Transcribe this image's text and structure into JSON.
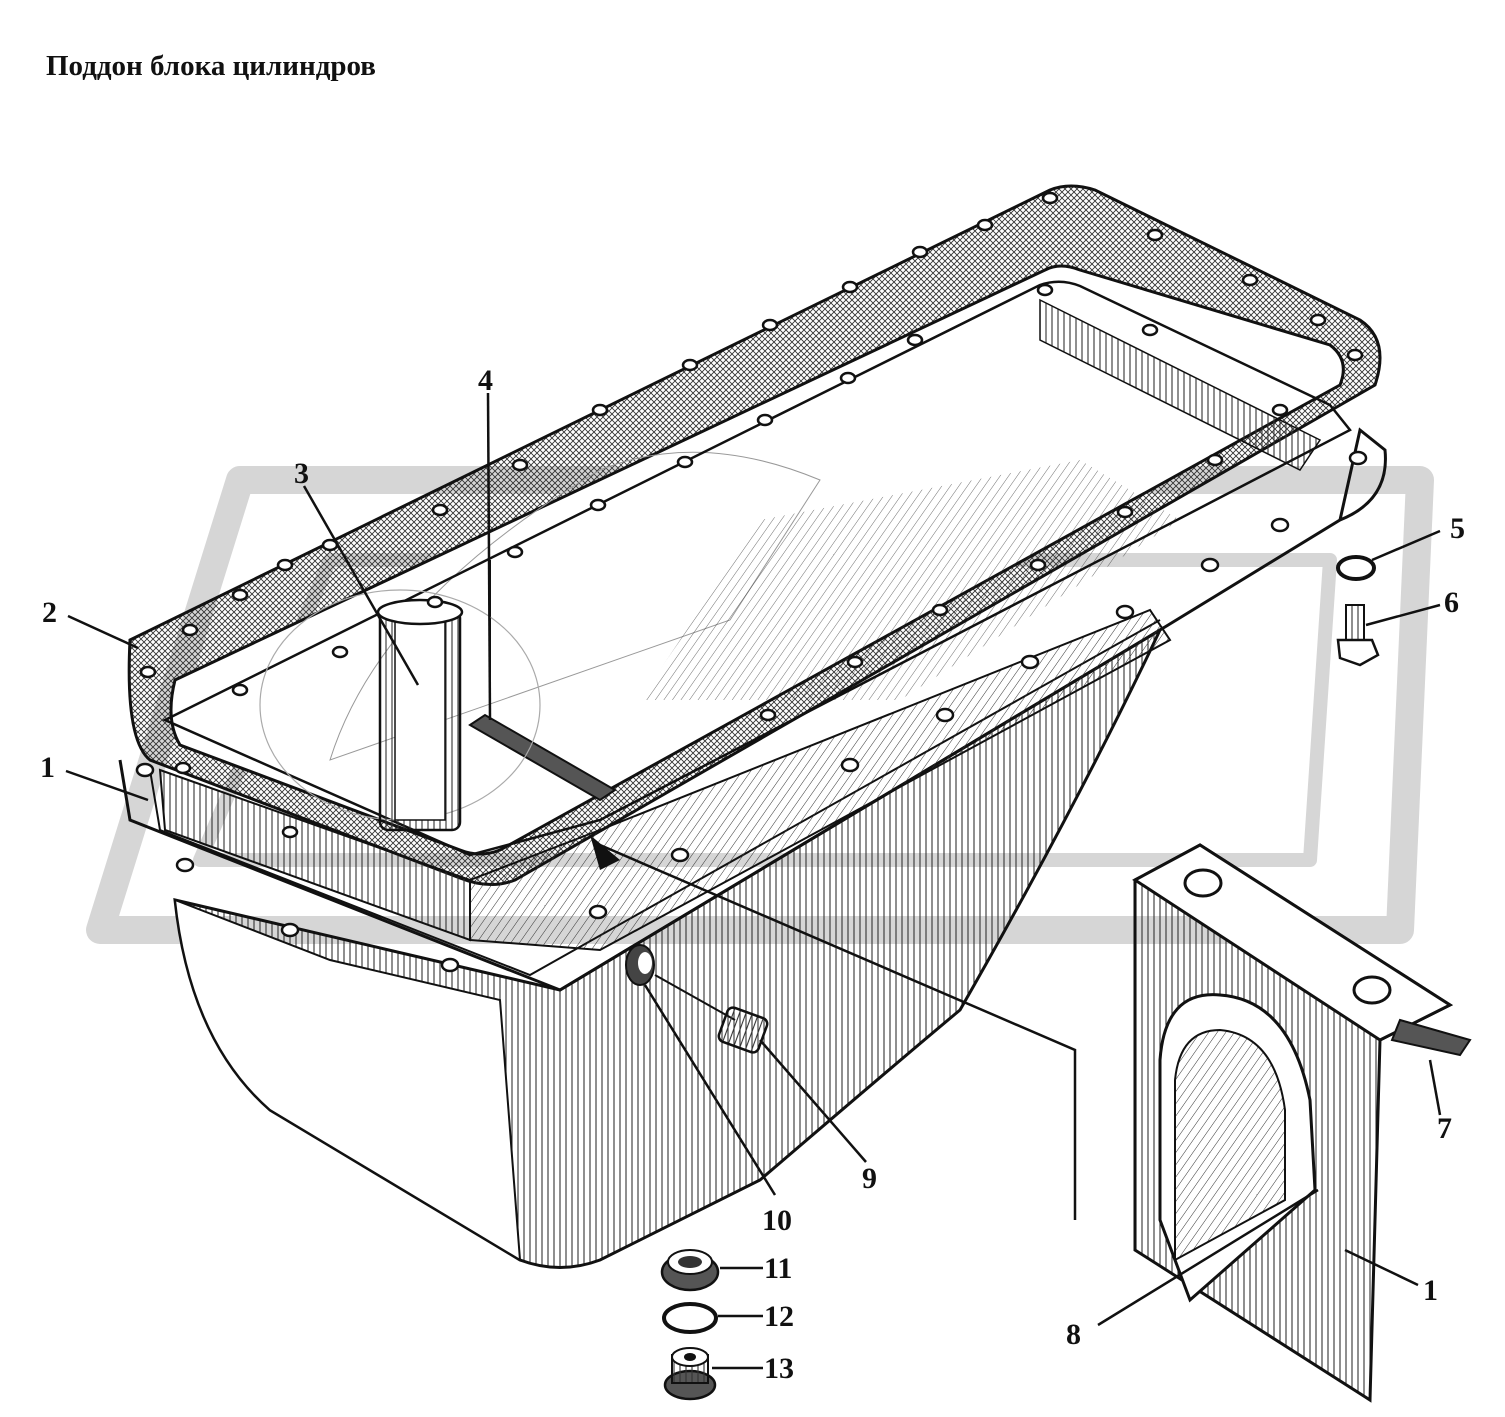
{
  "title": "Поддон блока цилиндров",
  "callouts": [
    {
      "id": "c2",
      "text": "2"
    },
    {
      "id": "c1a",
      "text": "1"
    },
    {
      "id": "c3",
      "text": "3"
    },
    {
      "id": "c4",
      "text": "4"
    },
    {
      "id": "c5",
      "text": "5"
    },
    {
      "id": "c6",
      "text": "6"
    },
    {
      "id": "c7",
      "text": "7"
    },
    {
      "id": "c1b",
      "text": "1"
    },
    {
      "id": "c8",
      "text": "8"
    },
    {
      "id": "c9",
      "text": "9"
    },
    {
      "id": "c10",
      "text": "10"
    },
    {
      "id": "c11",
      "text": "11"
    },
    {
      "id": "c12",
      "text": "12"
    },
    {
      "id": "c13",
      "text": "13"
    }
  ],
  "colors": {
    "line": "#111111",
    "hatch": "#333333",
    "watermark": "#d9d9d9",
    "gasket": "#444444"
  }
}
